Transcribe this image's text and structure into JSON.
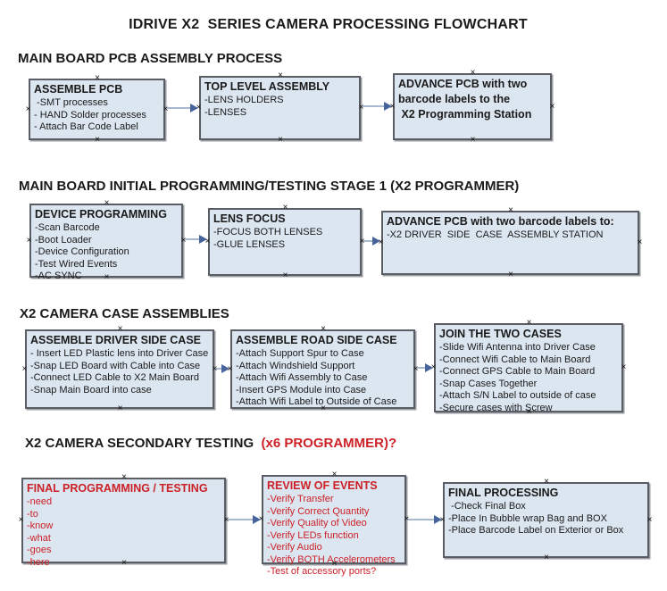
{
  "title": "IDRIVE X2  SERIES CAMERA PROCESSING FLOWCHART",
  "colors": {
    "text": "#1a1a1a",
    "red": "#cc2127",
    "box_fill": "#dce6f1",
    "box_border": "#5a5d63",
    "box_shadow": "#9b9ea3",
    "arrow_line": "#a8b8d0",
    "arrow_head": "#46639c"
  },
  "icons": {
    "connection_handle": "×"
  },
  "sections": [
    {
      "heading": "MAIN BOARD PCB ASSEMBLY PROCESS",
      "boxes": [
        {
          "title_lines": [
            "ASSEMBLE PCB"
          ],
          "items": [
            " -SMT processes",
            "- HAND Solder processes",
            "- Attach Bar Code Label"
          ]
        },
        {
          "title_lines": [
            "TOP LEVEL ASSEMBLY"
          ],
          "items": [
            "-LENS HOLDERS",
            "-LENSES"
          ]
        },
        {
          "title_lines": [
            "ADVANCE PCB with two",
            "barcode labels to the",
            " X2 Programming Station"
          ],
          "items": []
        }
      ]
    },
    {
      "heading": "MAIN BOARD INITIAL PROGRAMMING/TESTING STAGE 1 (X2 PROGRAMMER)",
      "boxes": [
        {
          "title_lines": [
            "DEVICE PROGRAMMING"
          ],
          "items": [
            "-Scan Barcode",
            "-Boot Loader",
            "-Device Configuration",
            "-Test Wired Events",
            "-AC SYNC"
          ]
        },
        {
          "title_lines": [
            "LENS FOCUS"
          ],
          "items": [
            "-FOCUS BOTH LENSES",
            "-GLUE LENSES"
          ]
        },
        {
          "title_lines": [
            "ADVANCE PCB with two barcode labels to:"
          ],
          "items": [
            "-X2 DRIVER  SIDE  CASE  ASSEMBLY STATION"
          ]
        }
      ]
    },
    {
      "heading": "X2 CAMERA CASE ASSEMBLIES",
      "boxes": [
        {
          "title_lines": [
            "ASSEMBLE DRIVER SIDE CASE"
          ],
          "items": [
            "- Insert LED Plastic lens into Driver Case",
            "-Snap LED Board with Cable into Case",
            "-Connect LED Cable to X2 Main Board",
            "-Snap Main Board into case"
          ]
        },
        {
          "title_lines": [
            "ASSEMBLE ROAD SIDE CASE"
          ],
          "items": [
            "-Attach Support Spur to Case",
            "-Attach Windshield Support",
            "-Attach Wifi Assembly to Case",
            "-Insert GPS Module into Case",
            "-Attach Wifi Label to Outside of Case"
          ]
        },
        {
          "title_lines": [
            "JOIN THE TWO CASES"
          ],
          "items": [
            "-Slide Wifi Antenna into Driver Case",
            "-Connect Wifi Cable to Main Board",
            "-Connect GPS Cable to Main Board",
            "-Snap Cases Together",
            "-Attach S/N Label to outside of case",
            "-Secure cases with Screw"
          ]
        }
      ]
    },
    {
      "heading": "X2 CAMERA SECONDARY TESTING  ",
      "heading_suffix": "(x6 PROGRAMMER)?",
      "boxes": [
        {
          "title_lines": [
            "FINAL PROGRAMMING / TESTING"
          ],
          "items": [
            "-need",
            "-to",
            "-know",
            "-what",
            "-goes",
            "-here"
          ]
        },
        {
          "title_lines": [
            "REVIEW OF EVENTS"
          ],
          "items": [
            "-Verify Transfer",
            "-Verify Correct Quantity",
            "-Verify Quality of Video",
            "-Verify LEDs function",
            "-Verify Audio",
            "-Verify BOTH Accelerometers",
            "-Test of accessory ports?"
          ]
        },
        {
          "title_lines": [
            "FINAL PROCESSING"
          ],
          "items": [
            " -Check Final Box",
            "-Place In Bubble wrap Bag and BOX",
            "-Place Barcode Label on Exterior or Box"
          ]
        }
      ]
    }
  ]
}
